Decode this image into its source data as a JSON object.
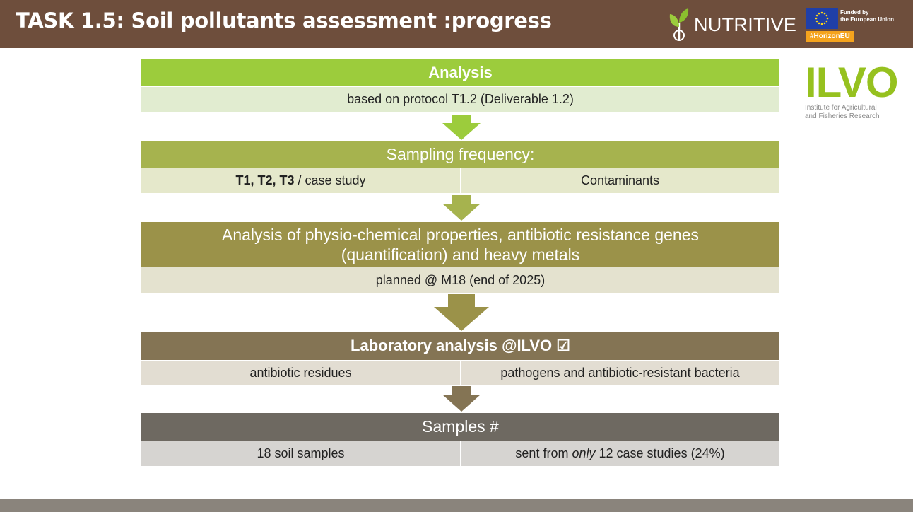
{
  "header": {
    "title": "TASK 1.5: Soil pollutants assessment :progress",
    "nutritive_logo": "NUTRITIVE",
    "eu_funding": {
      "line1": "Funded by",
      "line2": "the European Union",
      "hashtag": "#HorizonEU"
    }
  },
  "ilvo_logo": {
    "word": "ILVO",
    "line1": "Institute for Agricultural",
    "line2": "and Fisheries Research"
  },
  "flow": {
    "analysis": {
      "title": "Analysis",
      "detail": "based on protocol T1.2 (Deliverable 1.2)"
    },
    "sampling": {
      "title": "Sampling frequency:",
      "times_bold": "T1, T2, T3",
      "times_rest": " / case study",
      "right": "Contaminants"
    },
    "physio": {
      "title_line1": "Analysis of physio-chemical properties, antibiotic resistance genes",
      "title_line2": "(quantification) and heavy metals",
      "detail": "planned @ M18 (end of 2025)"
    },
    "laboratory": {
      "title": "Laboratory analysis @ILVO ☑",
      "left": "antibiotic residues",
      "right": "pathogens and antibiotic-resistant bacteria"
    },
    "samples": {
      "title": "Samples #",
      "left": "18 soil samples",
      "right_prefix": "sent from ",
      "right_italic": "only",
      "right_suffix": " 12 case studies (24%)"
    }
  },
  "colors": {
    "header_brown": "#6e4e3c",
    "green_header": "#9ccc3c",
    "green_light": "#e1ecd0",
    "olive_header": "#a6b34e",
    "olive_light": "#e5e8cb",
    "khaki_header": "#9b9249",
    "khaki_light": "#e4e2cf",
    "brown_header": "#847454",
    "brown_light": "#e2ddd2",
    "gray_header": "#6e6961",
    "gray_light": "#d6d4d1",
    "footer_gray": "#8a847c"
  },
  "icons": [
    "sprout-icon",
    "eu-flag-icon",
    "down-arrow-icon"
  ]
}
